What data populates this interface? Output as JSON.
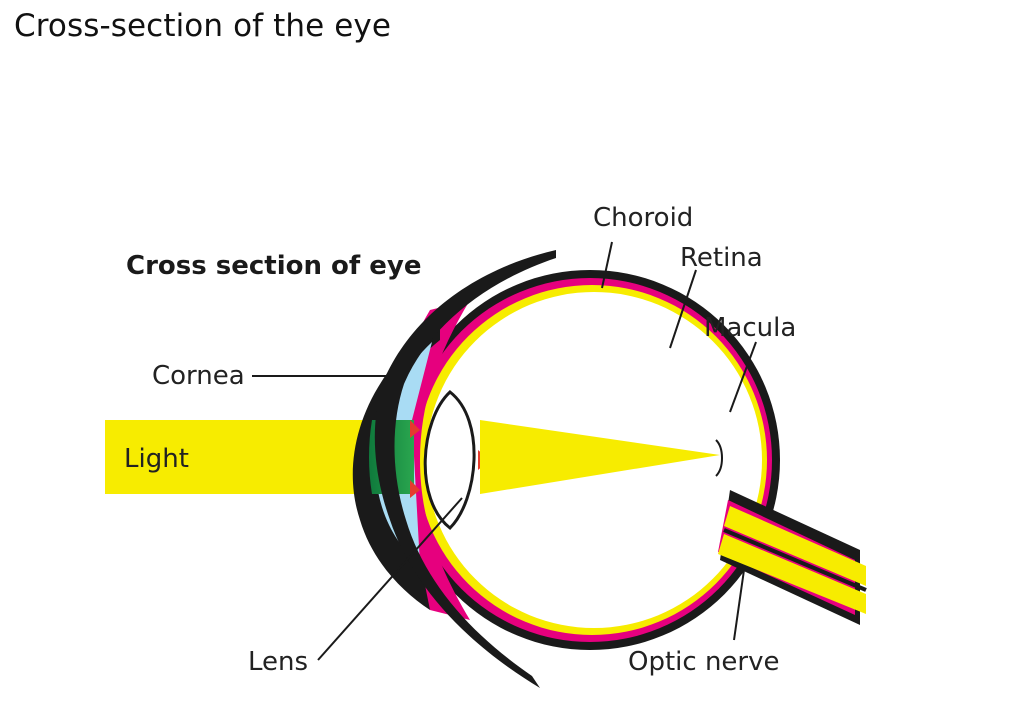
{
  "page": {
    "title": "Cross-section of the eye"
  },
  "diagram": {
    "heading": "Cross section of eye",
    "labels": {
      "choroid": "Choroid",
      "retina": "Retina",
      "macula": "Macula",
      "cornea": "Cornea",
      "light": "Light",
      "lens": "Lens",
      "optic_nerve": "Optic nerve"
    }
  },
  "colors": {
    "light_beam": "#f7ec00",
    "sclera": "#1a1a1a",
    "choroid": "#e6007e",
    "retina": "#f7ec00",
    "cornea": "#a9dcf4",
    "lens_region": "#1f9a4a"
  }
}
